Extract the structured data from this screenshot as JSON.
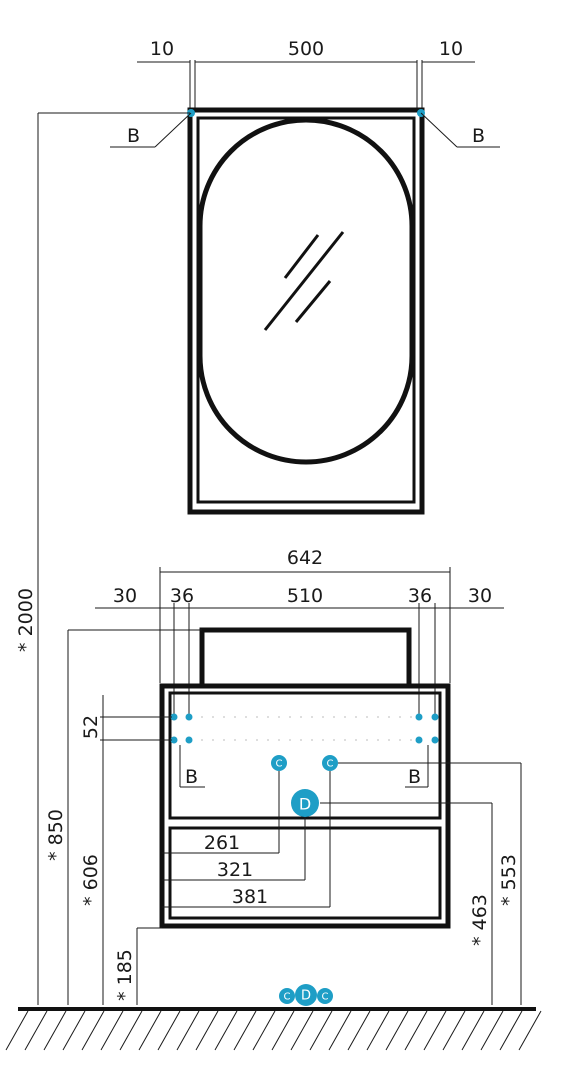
{
  "colors": {
    "line": "#111111",
    "marker": "#1e9ec6"
  },
  "mirror": {
    "dim_left": "10",
    "dim_mid": "500",
    "dim_right": "10",
    "callout_left": "B",
    "callout_right": "B"
  },
  "cabinet": {
    "dim_total": "642",
    "dim_a": "30",
    "dim_b": "36",
    "dim_c": "510",
    "dim_d": "36",
    "dim_e": "30",
    "dim_hole": "52",
    "callout_left": "B",
    "callout_right": "B",
    "dim_261": "261",
    "dim_321": "321",
    "dim_381": "381"
  },
  "heights": {
    "h2000": "* 2000",
    "h850": "* 850",
    "h606": "* 606",
    "h185": "* 185",
    "h463": "* 463",
    "h553": "* 553"
  },
  "markers": {
    "c": "C",
    "d": "D"
  }
}
